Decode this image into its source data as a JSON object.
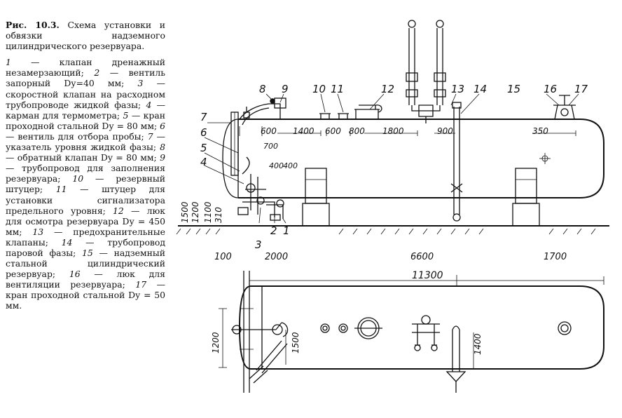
{
  "caption": {
    "figure_label": "Рис. 10.3.",
    "figure_title": "Схема установки и обвязки надземного цилиндрического резервуара.",
    "legend": [
      {
        "num": "1",
        "text": "клапан дренажный незамерзающий;"
      },
      {
        "num": "2",
        "text": "вентиль запорный Dу=40 мм;"
      },
      {
        "num": "3",
        "text": "скоростной клапан на расходном трубопроводе жидкой фазы;"
      },
      {
        "num": "4",
        "text": "карман для термометра;"
      },
      {
        "num": "5",
        "text": "кран проходной стальной Dу = 80 мм;"
      },
      {
        "num": "6",
        "text": "вентиль для отбора пробы;"
      },
      {
        "num": "7",
        "text": "указатель уровня жидкой фазы;"
      },
      {
        "num": "8",
        "text": "обратный клапан Dу = 80 мм;"
      },
      {
        "num": "9",
        "text": "трубопровод для заполнения резервуара;"
      },
      {
        "num": "10",
        "text": "резервный штуцер;"
      },
      {
        "num": "11",
        "text": "штуцер для установки сигнализатора предельного уровня;"
      },
      {
        "num": "12",
        "text": "люк для осмотра резервуара Dу = 450 мм;"
      },
      {
        "num": "13",
        "text": "предохранительные клапаны;"
      },
      {
        "num": "14",
        "text": "трубопровод паровой фазы;"
      },
      {
        "num": "15",
        "text": "надземный стальной цилиндрический резервуар;"
      },
      {
        "num": "16",
        "text": "люк для вентиляции резервуара;"
      },
      {
        "num": "17",
        "text": "кран проходной стальной Dу = 50 мм."
      }
    ]
  },
  "drawing": {
    "callouts": [
      "8",
      "9",
      "10",
      "11",
      "12",
      "13",
      "14",
      "15",
      "16",
      "17",
      "7",
      "6",
      "5",
      "4",
      "3",
      "2",
      "1"
    ],
    "top_dims": [
      "600",
      "1400",
      "600",
      "800",
      "1800",
      "900",
      "350"
    ],
    "inner_dims": [
      "700",
      "400",
      "400"
    ],
    "left_dims": [
      "1500",
      "1200",
      "1100",
      "310"
    ],
    "bottom_dims": [
      "100",
      "2000",
      "6600",
      "1700"
    ],
    "plan_length": "11300",
    "plan_dims": [
      "1200",
      "1500",
      "1400"
    ]
  }
}
